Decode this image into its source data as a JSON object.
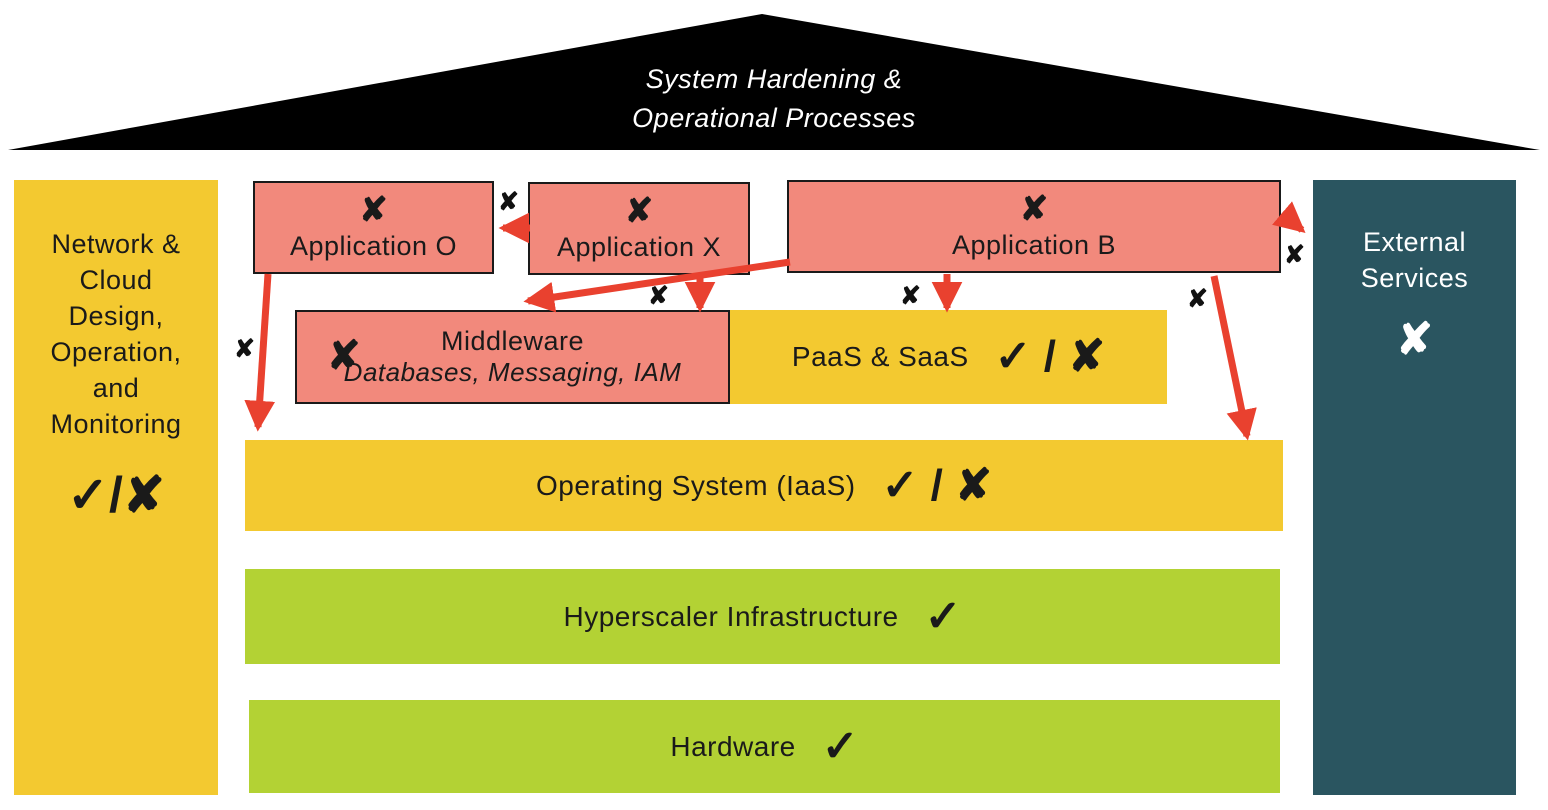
{
  "colors": {
    "salmon": "#F2897C",
    "yellow": "#F3C930",
    "green": "#B3D234",
    "teal": "#2A5560",
    "arrow_red": "#E9412F",
    "roof_black": "#000000"
  },
  "roof": {
    "line1": "System Hardening &",
    "line2": "Operational Processes"
  },
  "left_panel": {
    "lines": [
      "Network &",
      "Cloud",
      "Design,",
      "Operation,",
      "and",
      "Monitoring"
    ],
    "status": "✓/✘"
  },
  "right_panel": {
    "lines": [
      "External",
      "Services"
    ],
    "status": "✘"
  },
  "apps": [
    {
      "label": "Application O",
      "status": "✘"
    },
    {
      "label": "Application X",
      "status": "✘"
    },
    {
      "label": "Application B",
      "status": "✘"
    }
  ],
  "middleware": {
    "title": "Middleware",
    "subtitle": "Databases, Messaging, IAM",
    "status": "✘"
  },
  "paas": {
    "label": "PaaS & SaaS",
    "status": "✓ / ✘"
  },
  "os": {
    "label": "Operating System (IaaS)",
    "status": "✓ / ✘"
  },
  "hyperscaler": {
    "label": "Hyperscaler Infrastructure",
    "status": "✓"
  },
  "hardware": {
    "label": "Hardware",
    "status": "✓"
  },
  "blocked_mark": "✘"
}
